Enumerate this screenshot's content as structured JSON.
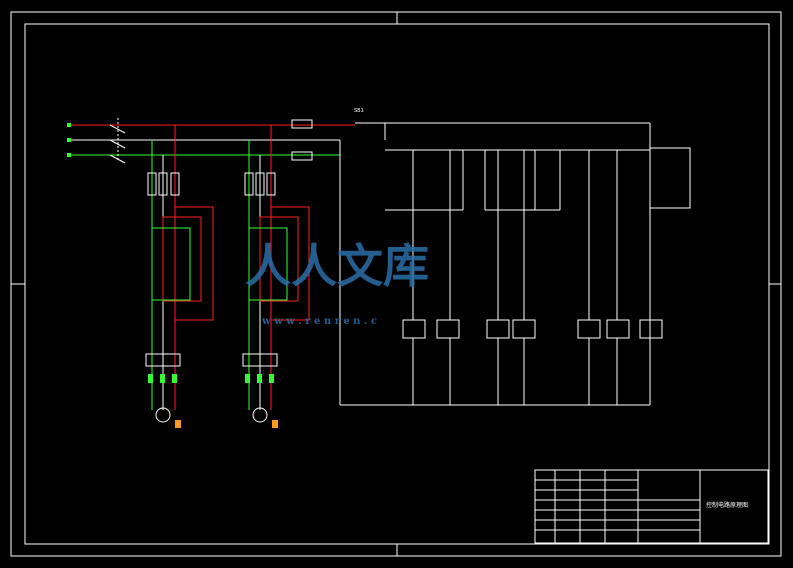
{
  "drawing": {
    "colors": {
      "background": "#000000",
      "frame": "#ffffff",
      "power": "#ff2020",
      "neutral": "#33ff33",
      "control": "#ffffff",
      "terminal": "#33ff33",
      "fuse_icon": "#ff9a2a",
      "watermark": "#2a6fa8"
    },
    "labels": {
      "sb1": "SB1"
    },
    "title_block": {
      "title": "控制电路原理图"
    },
    "watermark": {
      "text1": "人人文库",
      "url": "w w w . r e n r e n . c"
    }
  }
}
